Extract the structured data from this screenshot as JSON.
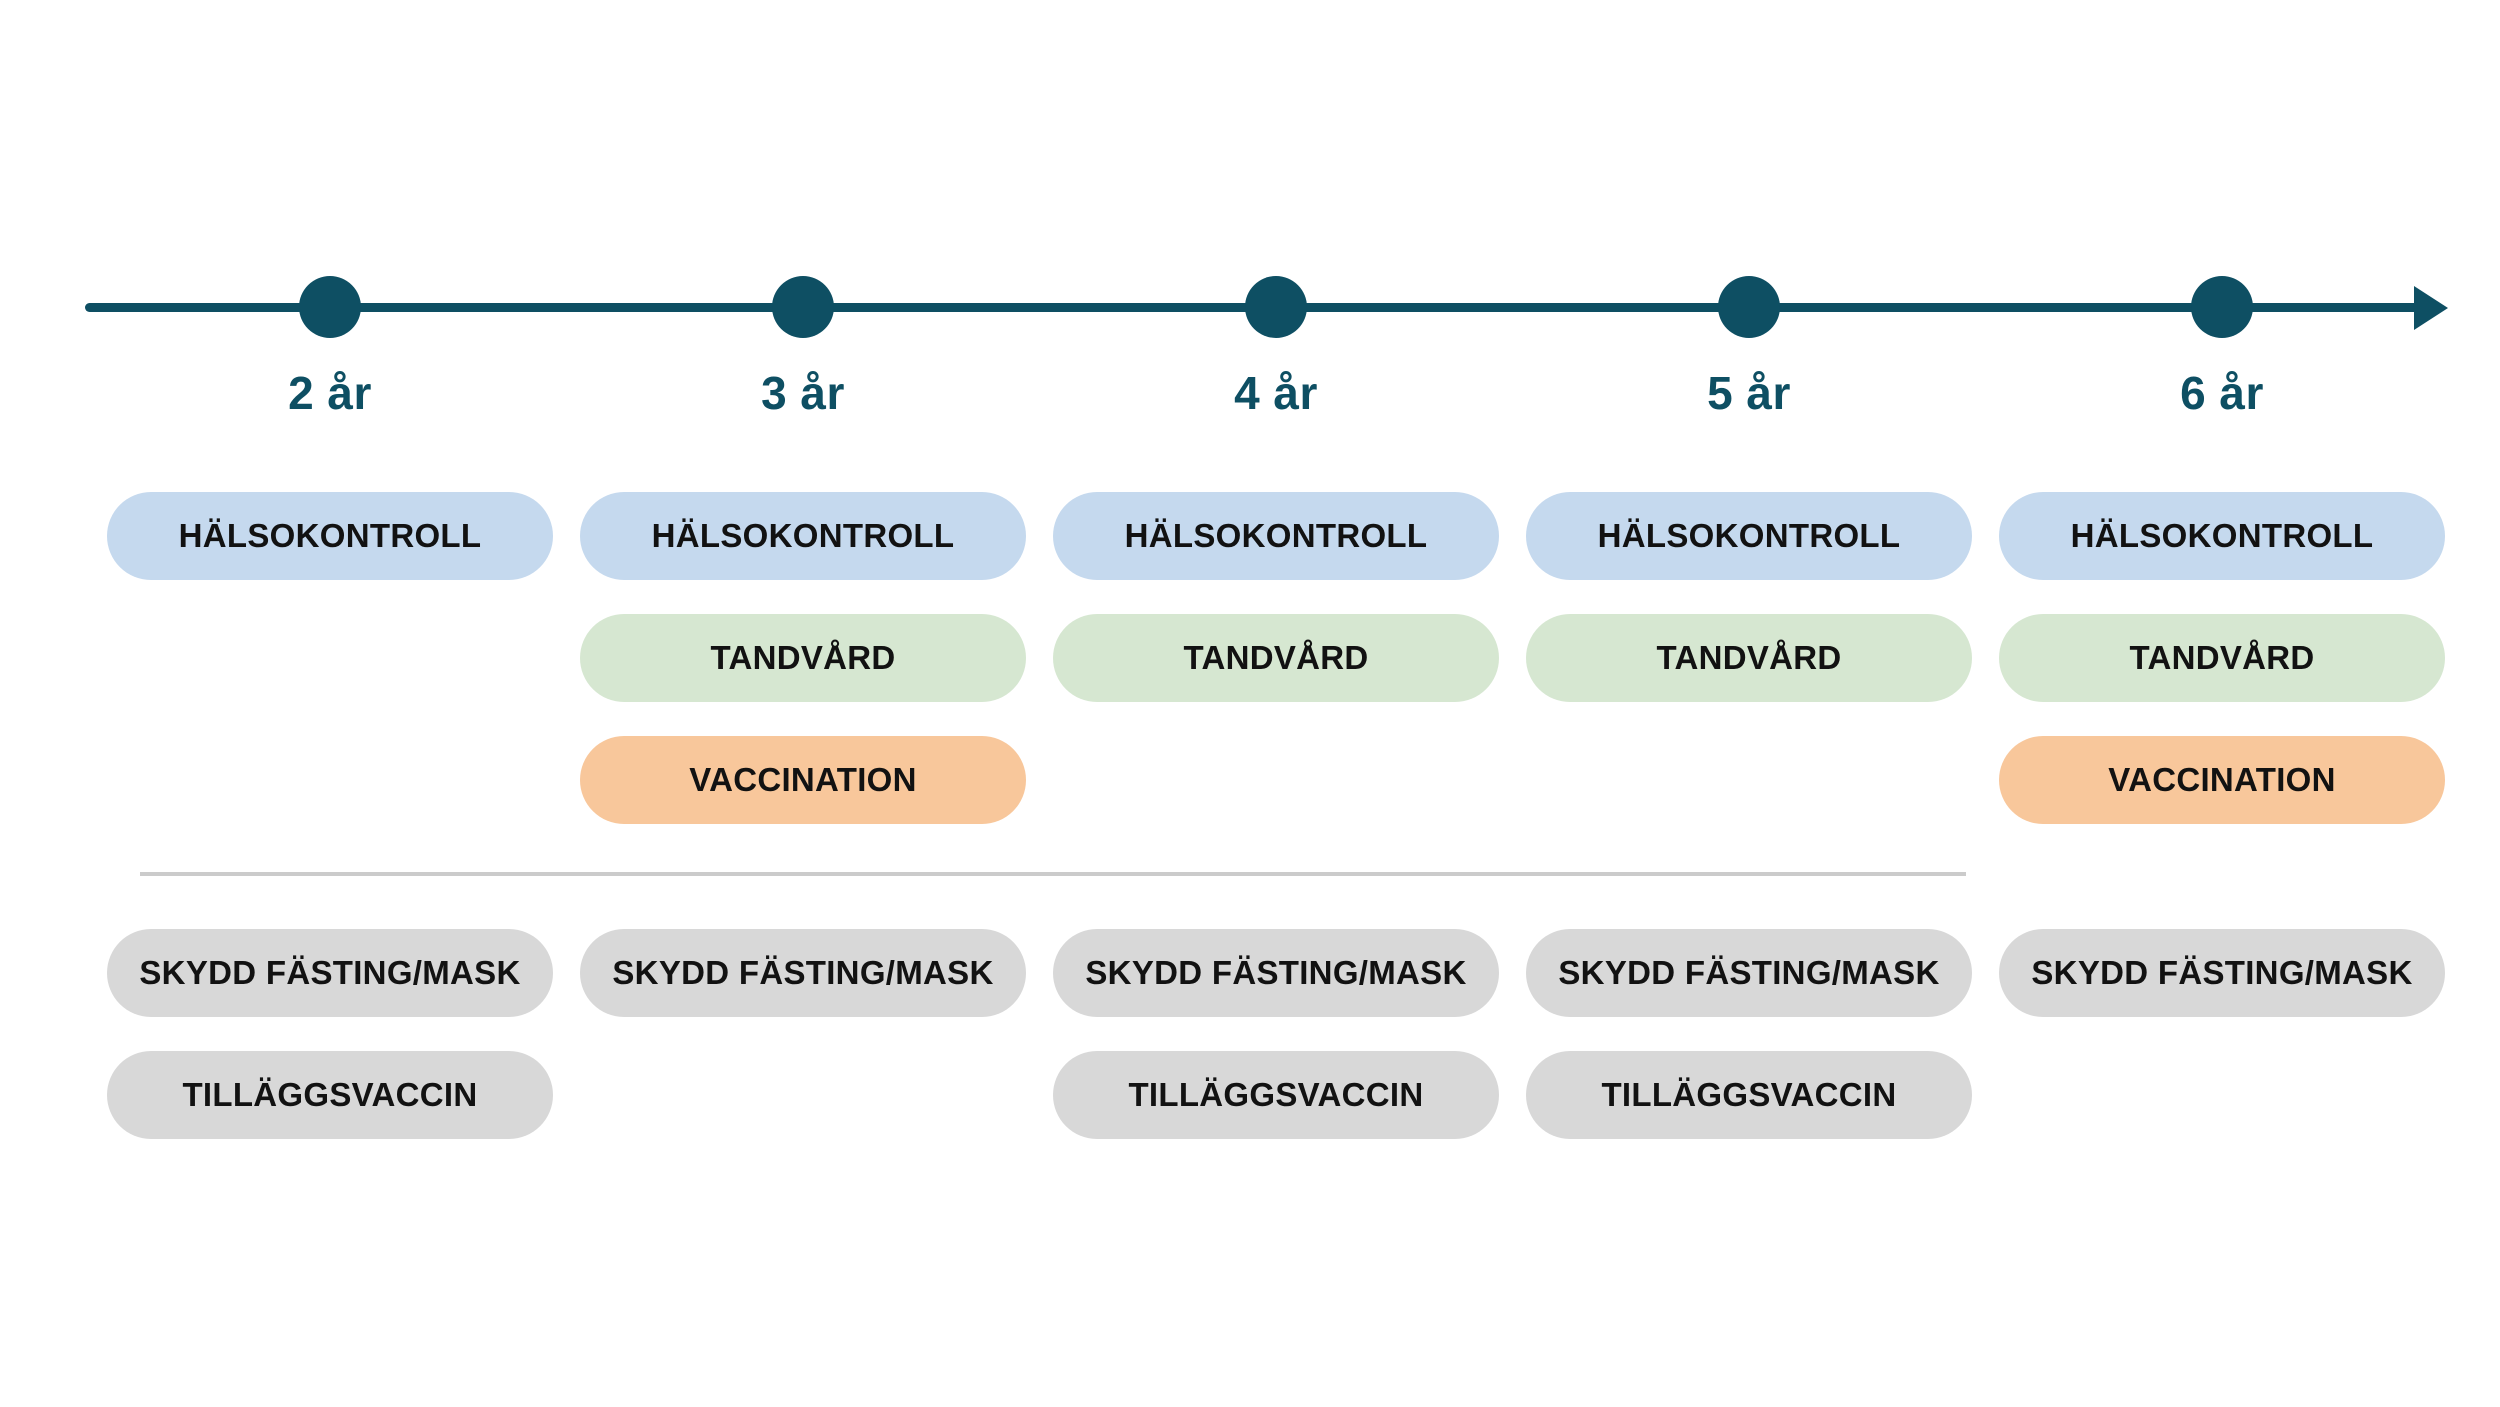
{
  "diagram": {
    "type": "timeline",
    "language": "sv",
    "colors": {
      "axis_teal": "#0e4f63",
      "halsokontroll_blue": "#c5d9ee",
      "tandvard_green": "#d6e7d1",
      "vaccination_orange": "#f8c79b",
      "bottom_pill_gray": "#d8d8d8",
      "divider_gray": "#cbcbcb",
      "pill_text": "#121212"
    }
  },
  "columns": [
    {
      "year": "2 år",
      "pills": {
        "halsokontroll": "HÄLSOKONTROLL",
        "skydd": "SKYDD FÄSTING/MASK",
        "tillaggsvaccin": "TILLÄGGSVACCIN"
      }
    },
    {
      "year": "3 år",
      "pills": {
        "halsokontroll": "HÄLSOKONTROLL",
        "tandvard": "TANDVÅRD",
        "vaccination": "VACCINATION",
        "skydd": "SKYDD FÄSTING/MASK"
      }
    },
    {
      "year": "4 år",
      "pills": {
        "halsokontroll": "HÄLSOKONTROLL",
        "tandvard": "TANDVÅRD",
        "skydd": "SKYDD FÄSTING/MASK",
        "tillaggsvaccin": "TILLÄGGSVACCIN"
      }
    },
    {
      "year": "5 år",
      "pills": {
        "halsokontroll": "HÄLSOKONTROLL",
        "tandvard": "TANDVÅRD",
        "skydd": "SKYDD FÄSTING/MASK",
        "tillaggsvaccin": "TILLÄGGSVACCIN"
      }
    },
    {
      "year": "6 år",
      "pills": {
        "halsokontroll": "HÄLSOKONTROLL",
        "tandvard": "TANDVÅRD",
        "vaccination": "VACCINATION",
        "skydd": "SKYDD FÄSTING/MASK"
      }
    }
  ]
}
